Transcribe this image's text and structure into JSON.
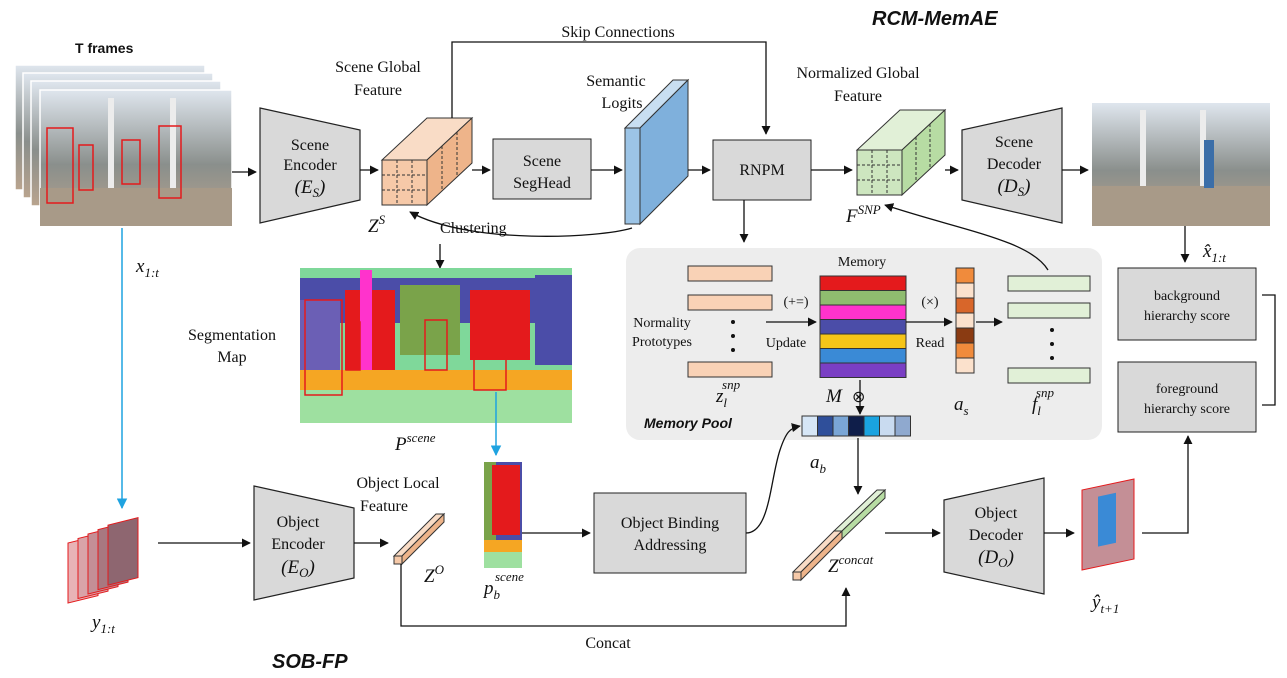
{
  "titles": {
    "main": "RCM-MemAE",
    "sub": "SOB-FP"
  },
  "inputs": {
    "frames": "T frames",
    "x": "x",
    "x_sub": "1:t",
    "y": "y",
    "y_sub": "1:t"
  },
  "scene_encoder": {
    "line1": "Scene",
    "line2": "Encoder",
    "sym": "E",
    "sym_sub": "S"
  },
  "scene_global_feature": {
    "line1": "Scene Global",
    "line2": "Feature",
    "sym": "Z",
    "sym_sup": "S"
  },
  "skip": "Skip Connections",
  "semantic_logits": {
    "line1": "Semantic",
    "line2": "Logits"
  },
  "scene_seghead": {
    "line1": "Scene",
    "line2": "SegHead"
  },
  "rnpm": "RNPM",
  "normalized_global_feature": {
    "line1": "Normalized Global",
    "line2": "Feature",
    "sym": "F",
    "sym_sup": "SNP"
  },
  "scene_decoder": {
    "line1": "Scene",
    "line2": "Decoder",
    "sym": "D",
    "sym_sub": "S"
  },
  "clustering": "Clustering",
  "segmentation_map": {
    "line1": "Segmentation",
    "line2": "Map",
    "sym": "P",
    "sym_sup": "scene"
  },
  "memory_pool": {
    "title": "Memory Pool",
    "memory": "Memory",
    "normality_line1": "Normality",
    "normality_line2": "Prototypes",
    "update": "Update",
    "update_op": "(+=)",
    "read": "Read",
    "read_op": "(×)",
    "otimes": "⊗",
    "m": "M",
    "z": "z",
    "z_sup": "snp",
    "z_sub": "l",
    "a": "a",
    "a_sub": "s",
    "f": "f",
    "f_sup": "snp",
    "f_sub": "l",
    "colors": [
      "#e41a1c",
      "#8fbc6f",
      "#ff33cc",
      "#4b4da8",
      "#f5c518",
      "#3a8ad6",
      "#7a3fc4"
    ],
    "as_colors": [
      "#f08b3c",
      "#fbe1cc",
      "#d8662a",
      "#fbe1cc",
      "#8a3b12",
      "#f08b3c",
      "#fbe1cc"
    ]
  },
  "ab": {
    "sym": "a",
    "sub": "b",
    "colors": [
      "#d6e6f6",
      "#2f4f9a",
      "#7aa6d6",
      "#0f1e4a",
      "#1aa3e0",
      "#c9dbf0",
      "#8fa9cf"
    ]
  },
  "scores": {
    "x_hat": "x̂",
    "x_hat_sub": "1:t",
    "bg1": "background",
    "bg2": "hierarchy score",
    "fg1": "foreground",
    "fg2": "hierarchy score"
  },
  "object_encoder": {
    "line1": "Object",
    "line2": "Encoder",
    "sym": "E",
    "sym_sub": "O"
  },
  "object_local_feature": {
    "line1": "Object Local",
    "line2": "Feature",
    "sym": "Z",
    "sym_sup": "O"
  },
  "pb_scene": {
    "sym": "p",
    "sub": "b",
    "sup": "scene"
  },
  "object_binding": {
    "line1": "Object Binding",
    "line2": "Addressing"
  },
  "z_concat": {
    "sym": "Z",
    "sup": "concat"
  },
  "object_decoder": {
    "line1": "Object",
    "line2": "Decoder",
    "sym": "D",
    "sym_sub": "O"
  },
  "y_hat": {
    "sym": "ŷ",
    "sub": "t+1"
  },
  "concat": "Concat"
}
